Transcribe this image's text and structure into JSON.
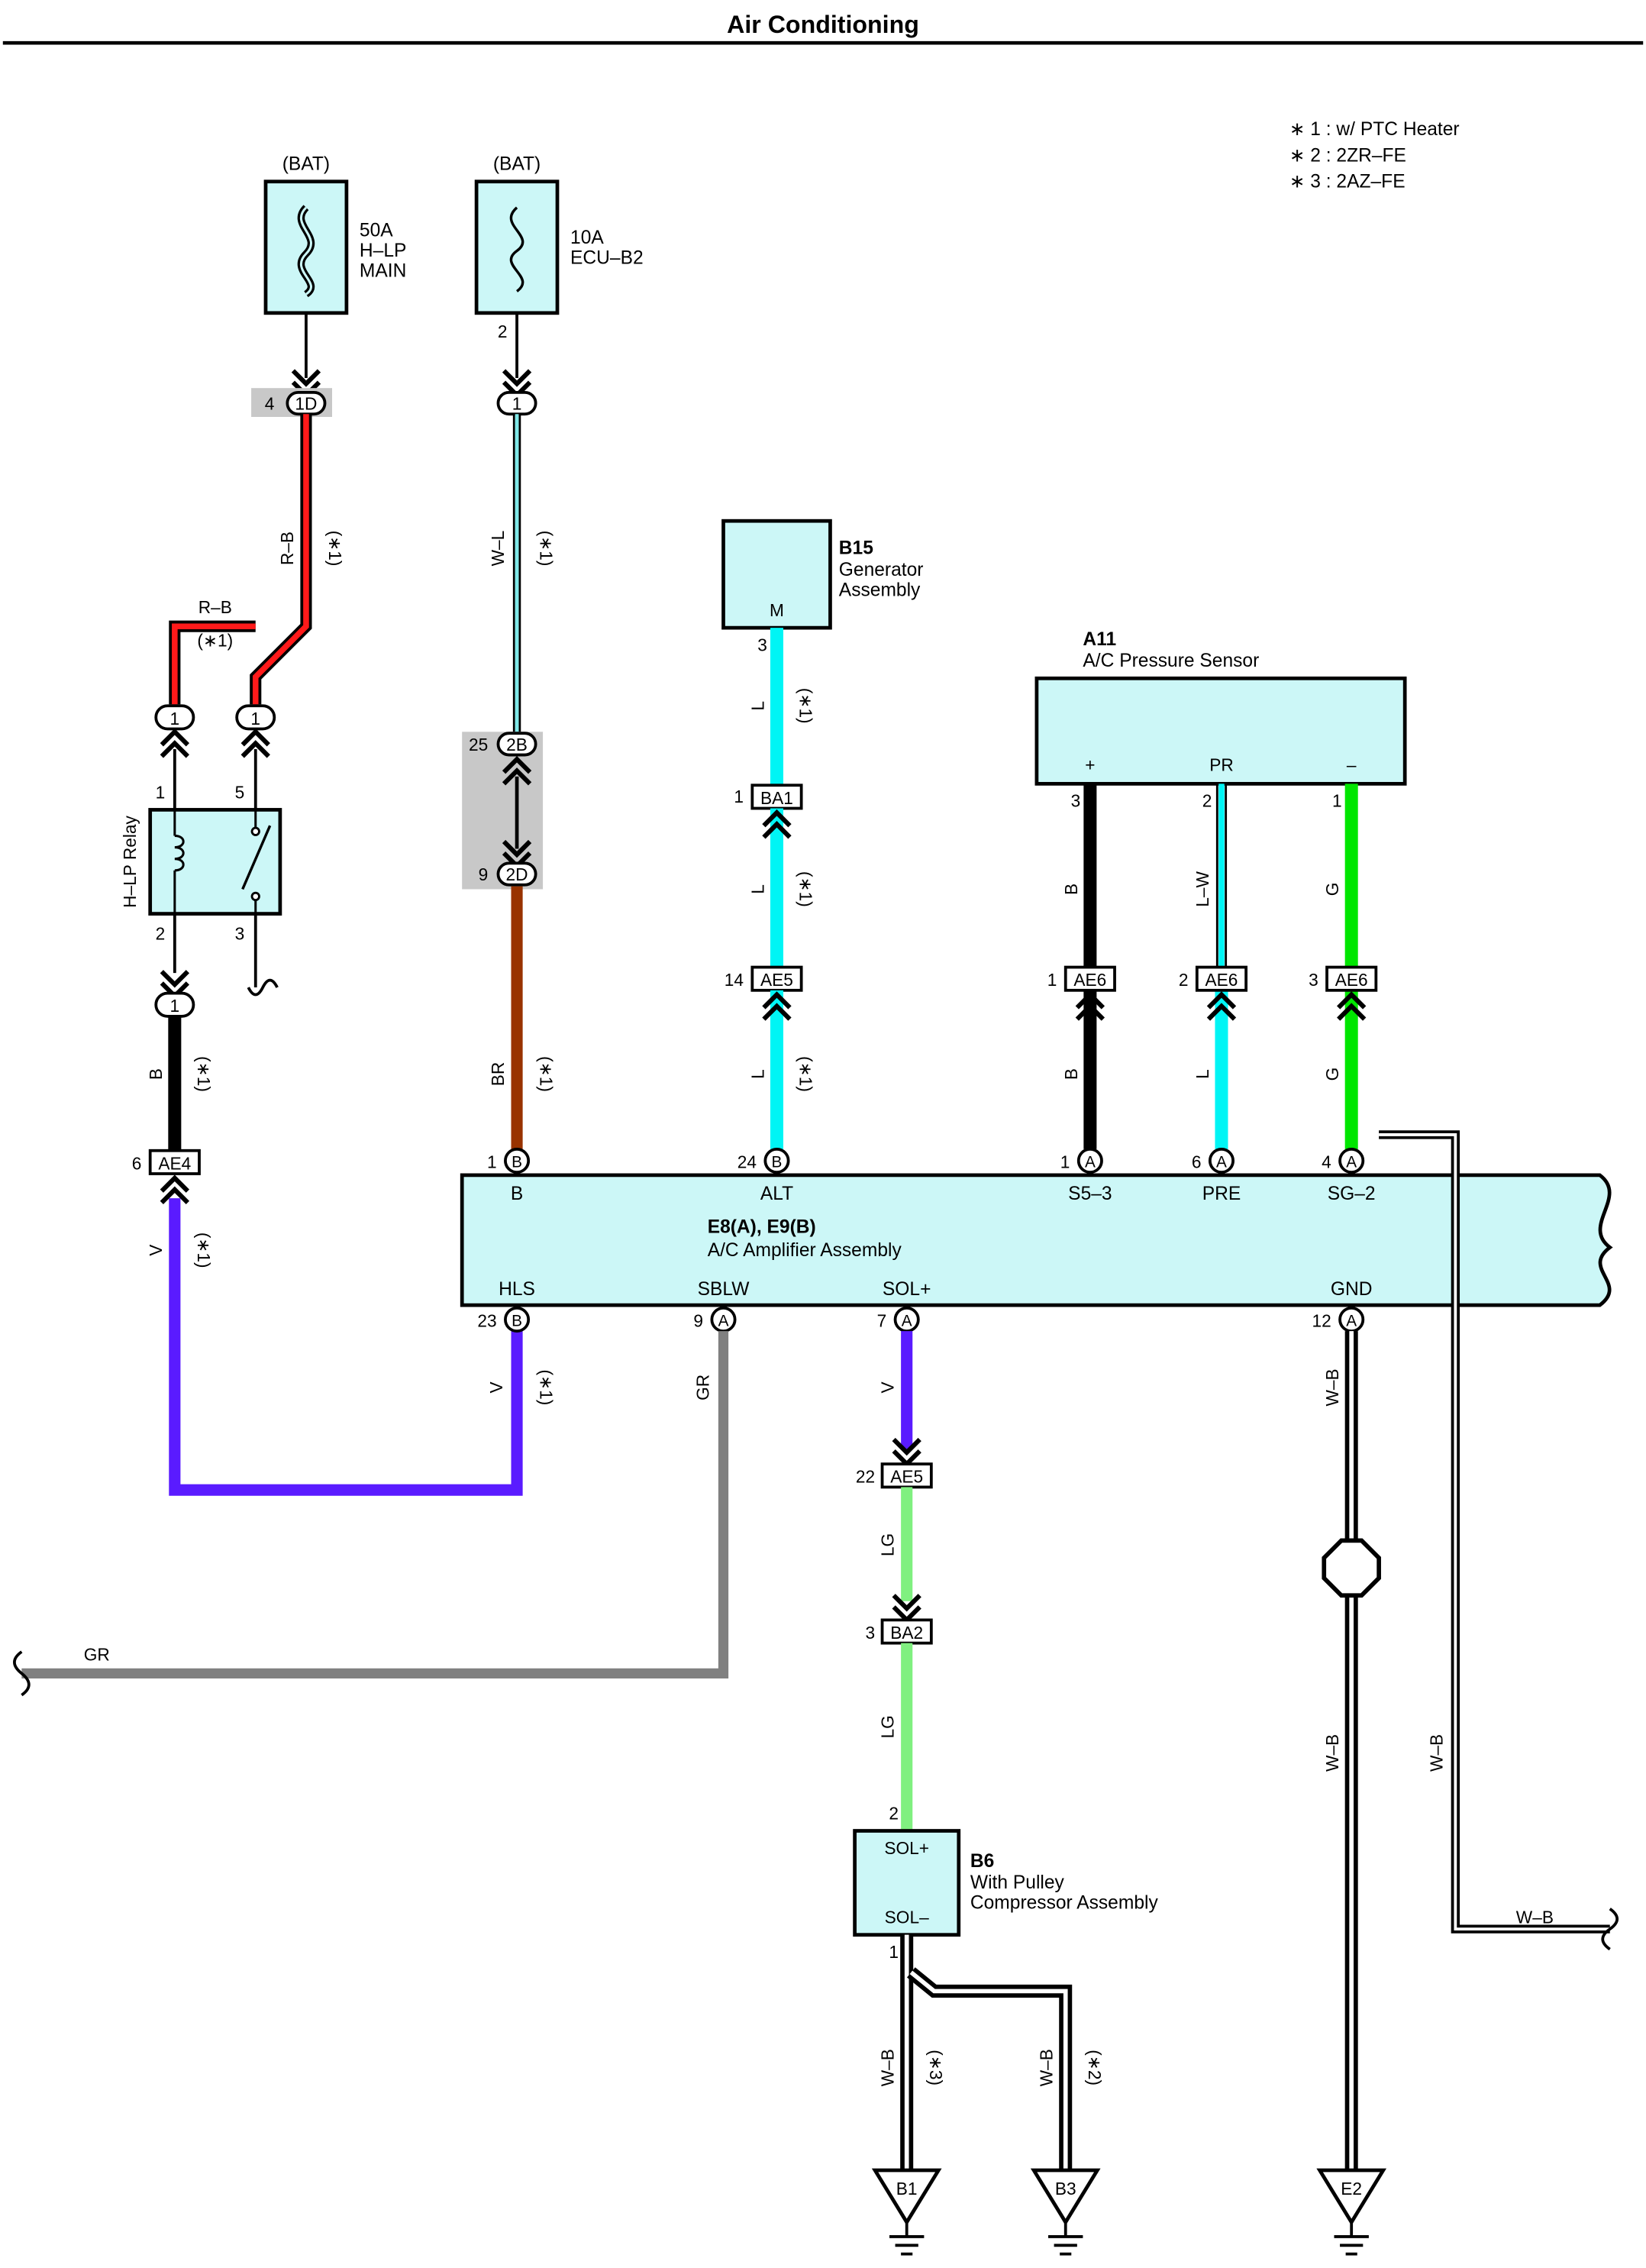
{
  "title": "Air Conditioning",
  "notes": [
    "∗ 1 : w/ PTC Heater",
    "∗ 2 : 2ZR–FE",
    "∗ 3 : 2AZ–FE"
  ],
  "colors": {
    "box_fill": "#ccf7f7",
    "wire_red": "#ff1a1a",
    "wire_cyan": "#00f5f5",
    "wire_brown": "#993300",
    "wire_violet": "#5a1bff",
    "wire_green": "#00e600",
    "wire_light_green": "#80f080",
    "wire_gray": "#808080",
    "connector_shade": "#c8c8c8"
  },
  "fuses": {
    "hlp_main": {
      "source": "(BAT)",
      "rating": "50A",
      "name1": "H–LP",
      "name2": "MAIN"
    },
    "ecu_b2": {
      "source": "(BAT)",
      "rating": "10A",
      "name": "ECU–B2",
      "pin": "2"
    }
  },
  "relay": {
    "name": "H–LP Relay",
    "pins": [
      "1",
      "5",
      "2",
      "3"
    ]
  },
  "generator": {
    "code": "B15",
    "name1": "Generator",
    "name2": "Assembly",
    "terminal": "M",
    "pin": "3"
  },
  "pressure_sensor": {
    "code": "A11",
    "name": "A/C Pressure Sensor",
    "terminals": [
      "+",
      "PR",
      "–"
    ],
    "pins": [
      "3",
      "2",
      "1"
    ]
  },
  "amplifier": {
    "code": "E8(A), E9(B)",
    "name": "A/C Amplifier Assembly",
    "top_terminals": [
      "B",
      "ALT",
      "S5–3",
      "PRE",
      "SG–2"
    ],
    "top_pins": [
      "1",
      "24",
      "1",
      "6",
      "4"
    ],
    "top_pin_letters": [
      "B",
      "B",
      "A",
      "A",
      "A"
    ],
    "bottom_terminals": [
      "HLS",
      "SBLW",
      "SOL+",
      "GND"
    ],
    "bottom_pins": [
      "23",
      "9",
      "7",
      "12"
    ],
    "bottom_pin_letters": [
      "B",
      "A",
      "A",
      "A"
    ]
  },
  "compressor": {
    "code": "B6",
    "name1": "With Pulley",
    "name2": "Compressor Assembly",
    "terminal_top": "SOL+",
    "terminal_bottom": "SOL–",
    "pin_top": "2",
    "pin_bottom": "1"
  },
  "grounds": [
    "B1",
    "B3",
    "E2"
  ],
  "wire_labels": {
    "rb": "R–B",
    "wl": "W–L",
    "l": "L",
    "b": "B",
    "lw": "L–W",
    "g": "G",
    "br": "BR",
    "v": "V",
    "gr": "GR",
    "lg": "LG",
    "wb": "W–B",
    "star1": "(∗1)",
    "star2": "(∗2)",
    "star3": "(∗3)"
  },
  "connectors": {
    "c1d": {
      "pin": "4",
      "name": "1D"
    },
    "ecu_in": {
      "name": "1"
    },
    "c2b": {
      "pin": "25",
      "name": "2B"
    },
    "c2d": {
      "pin": "9",
      "name": "2D"
    },
    "relay_top1": "1",
    "relay_top2": "1",
    "relay_bottom": "1",
    "ae4": {
      "pin": "6",
      "name": "AE4"
    },
    "ba1": {
      "pin": "1",
      "name": "BA1"
    },
    "ae5_top": {
      "pin": "14",
      "name": "AE5"
    },
    "ae6_1": {
      "pin": "1",
      "name": "AE6"
    },
    "ae6_2": {
      "pin": "2",
      "name": "AE6"
    },
    "ae6_3": {
      "pin": "3",
      "name": "AE6"
    },
    "ae5_bottom": {
      "pin": "22",
      "name": "AE5"
    },
    "ba2": {
      "pin": "3",
      "name": "BA2"
    }
  }
}
